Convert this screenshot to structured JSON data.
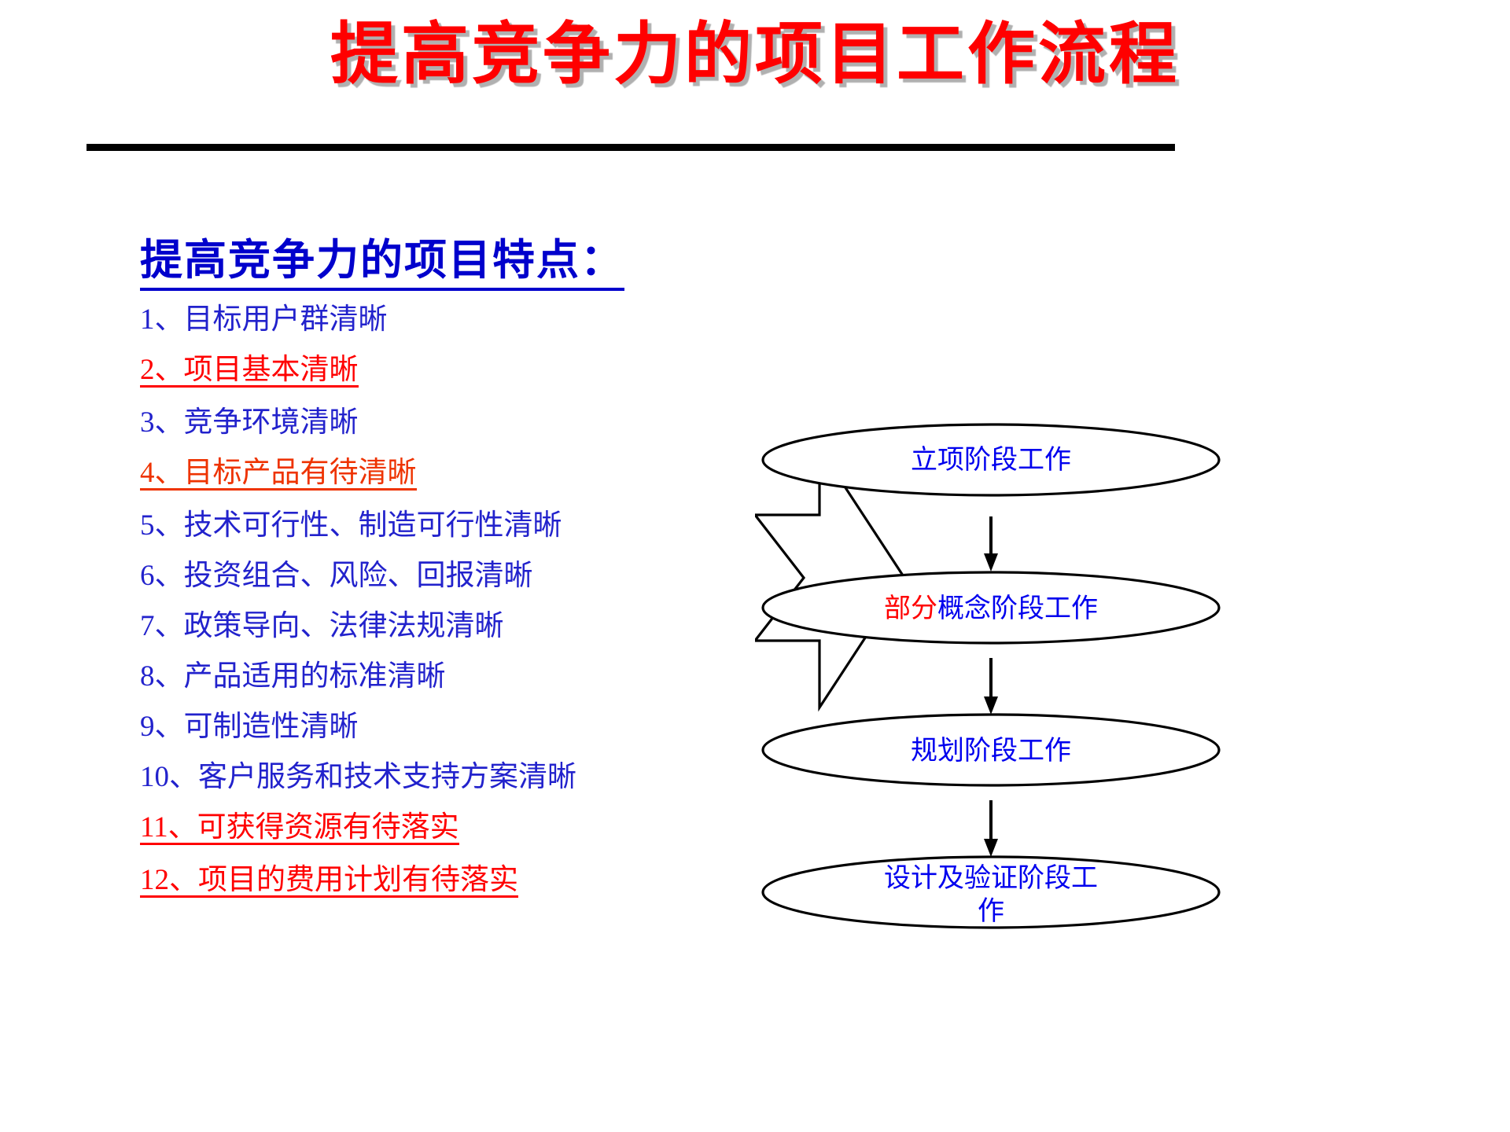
{
  "slide": {
    "title": "提高竞争力的项目工作流程",
    "title_color": "#FF0000",
    "background": "#FFFFFF"
  },
  "left_panel": {
    "heading": "提高竞争力的项目特点：",
    "heading_color": "#0000CC",
    "items": [
      {
        "num": "1、",
        "text": "目标用户群清晰",
        "color": "#2222CC",
        "underline": false
      },
      {
        "num": "2、",
        "text": "项目基本清晰",
        "color": "#FF0000",
        "underline": true
      },
      {
        "num": "3、",
        "text": "竞争环境清晰",
        "color": "#2222CC",
        "underline": false
      },
      {
        "num": "4、",
        "text": "目标产品有待清晰",
        "color": "#EE3300",
        "underline": true
      },
      {
        "num": "5、",
        "text": "技术可行性、制造可行性清晰",
        "color": "#2222CC",
        "underline": false
      },
      {
        "num": "6、",
        "text": "投资组合、风险、回报清晰",
        "color": "#2222CC",
        "underline": false
      },
      {
        "num": "7、",
        "text": "政策导向、法律法规清晰",
        "color": "#2222CC",
        "underline": false
      },
      {
        "num": "8、",
        "text": "产品适用的标准清晰",
        "color": "#2222CC",
        "underline": false
      },
      {
        "num": "9、",
        "text": "可制造性清晰",
        "color": "#2222CC",
        "underline": false
      },
      {
        "num": "10、",
        "text": "客户服务和技术支持方案清晰",
        "color": "#2222CC",
        "underline": false
      },
      {
        "num": "11、",
        "text": "可获得资源有待落实",
        "color": "#FF0000",
        "underline": true
      },
      {
        "num": "12、",
        "text": "项目的费用计划有待落实",
        "color": "#FF0000",
        "underline": true
      }
    ]
  },
  "diagram": {
    "arrow_shape": "right-chevron-block-arrow",
    "stages": [
      {
        "id": "stage-1",
        "label": "立项阶段工作",
        "label_color": "#0000EE",
        "prefix": "",
        "prefix_color": ""
      },
      {
        "id": "stage-2",
        "label": "概念阶段工作",
        "label_color": "#0000EE",
        "prefix": "部分",
        "prefix_color": "#FF0000"
      },
      {
        "id": "stage-3",
        "label": "规划阶段工作",
        "label_color": "#0000EE",
        "prefix": "",
        "prefix_color": ""
      },
      {
        "id": "stage-4",
        "label_line1": "设计及验证阶段工",
        "label_line2": "作",
        "label": "设计及验证阶段工作",
        "label_color": "#0000EE",
        "prefix": "",
        "prefix_color": ""
      }
    ],
    "connector": "down-arrow"
  }
}
